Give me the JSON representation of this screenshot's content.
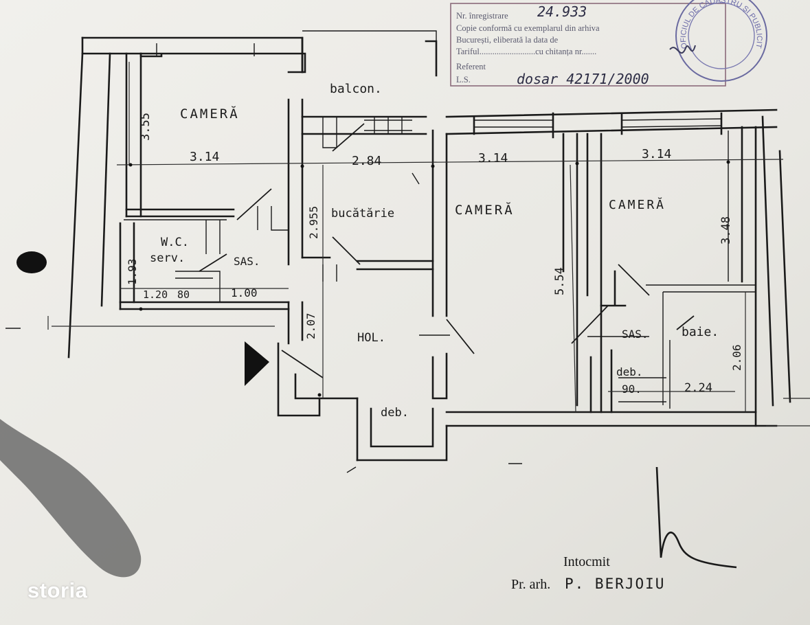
{
  "stamp": {
    "lines": [
      "Nr. înregistrare",
      "Copie conformă cu exemplarul din arhiva",
      "București, eliberată la data de",
      "Tariful..........................cu chitanța nr.......",
      "Referent",
      "L.S."
    ],
    "reg_number": "24.933",
    "dosar": "dosar 42171/2000",
    "seal_text": "OFICIUL DE CADASTRU ȘI PUBLICITATE IMOBILIARĂ"
  },
  "plan": {
    "labels": {
      "balcon": "balcon.",
      "camera_1": "CAMERĂ",
      "camera_2": "CAMERĂ",
      "camera_3": "CAMERĂ",
      "bucatarie": "bucătărie",
      "wc": "W.C.",
      "serv": "serv.",
      "sas_1": "SAS.",
      "sas_2": "SAS.",
      "hol": "HOL.",
      "baie": "baie.",
      "deb_1": "deb.",
      "deb_2": "deb."
    },
    "dimensions": {
      "d_355": "3.55",
      "d_314a": "3.14",
      "d_284": "2.84",
      "d_314b": "3.14",
      "d_314c": "3.14",
      "d_2955": "2.955",
      "d_348": "3.48",
      "d_193": "1.93",
      "d_120": "1.20",
      "d_80": "80",
      "d_100": "1.00",
      "d_207": "2.07",
      "d_554": "5.54",
      "d_206": "2.06",
      "d_90": "90.",
      "d_224": "2.24"
    }
  },
  "signature": {
    "intocmit": "Intocmit",
    "prefix": "Pr. arh.",
    "name": "P. BERJOIU"
  },
  "watermark": "storia"
}
